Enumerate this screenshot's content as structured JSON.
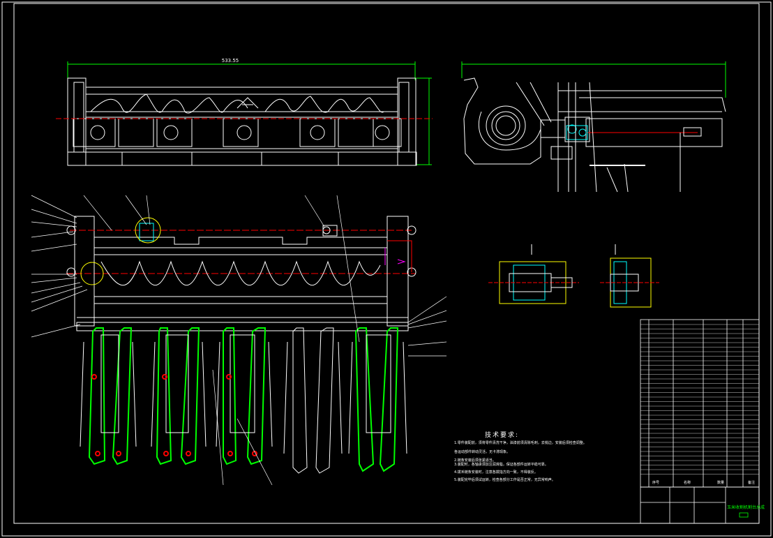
{
  "drawing": {
    "top_view_dimension": "533.55",
    "tech_requirements": {
      "title": "技术要求:",
      "lines": [
        "1.零件装配前，须将零件清洗干净，油漆前须清除毛刺，去锐边，安装后须检查调整。",
        "  各运动部件转动灵活，无卡滞现象。",
        "2.链条安装后须张紧适当。",
        "3.装配时，各轴承须加注润滑脂，保证各部件运转平稳可靠。",
        "4.拨禾链条安装时，注意各拨指方向一致，不得装反。",
        "5.装配完毕后须试运转，检查各部分工作是否正常，无异常响声。"
      ]
    },
    "bom_headers": {
      "no": "序号",
      "name": "名称",
      "qty": "数量",
      "note": "备注"
    },
    "title_block": {
      "name": "玉米收割机割台总成"
    },
    "colors": {
      "line": "#ffffff",
      "red": "#ff0000",
      "green": "#00ff00",
      "cyan": "#00ffff",
      "yellow": "#ffff00",
      "magenta": "#ff00ff"
    }
  }
}
